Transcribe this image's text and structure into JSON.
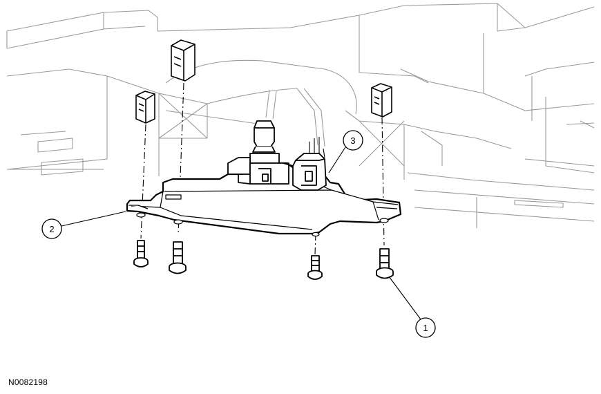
{
  "figure": {
    "id": "N0082198"
  },
  "callouts": [
    {
      "number": "1",
      "part": "screw"
    },
    {
      "number": "2",
      "part": "module-housing"
    },
    {
      "number": "3",
      "part": "electrical-connector"
    }
  ],
  "colors": {
    "line": "#000000",
    "background_line": "#9a9a9a",
    "background": "#ffffff"
  }
}
